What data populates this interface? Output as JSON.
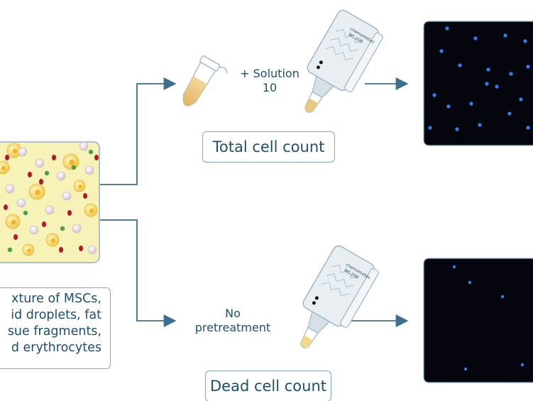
{
  "colors": {
    "arrow": "#3d6f8f",
    "box_border": "#7fa9c1",
    "text": "#1d4f6e",
    "panel": "#f7f2b8",
    "image_bg": "#05060d",
    "dot": "#2f7ff0"
  },
  "mixture_caption": {
    "line1": "xture of MSCs,",
    "line2": "id droplets, fat",
    "line3": "sue fragments,",
    "line4": "d erythrocytes"
  },
  "top_branch": {
    "treatment_line1": "+ Solution",
    "treatment_line2": "10",
    "count_label": "Total cell count"
  },
  "bottom_branch": {
    "treatment_line1": "No",
    "treatment_line2": "pretreatment",
    "count_label": "Dead cell count"
  },
  "device_label": {
    "line1": "chemometec",
    "line2": "NC-200"
  }
}
